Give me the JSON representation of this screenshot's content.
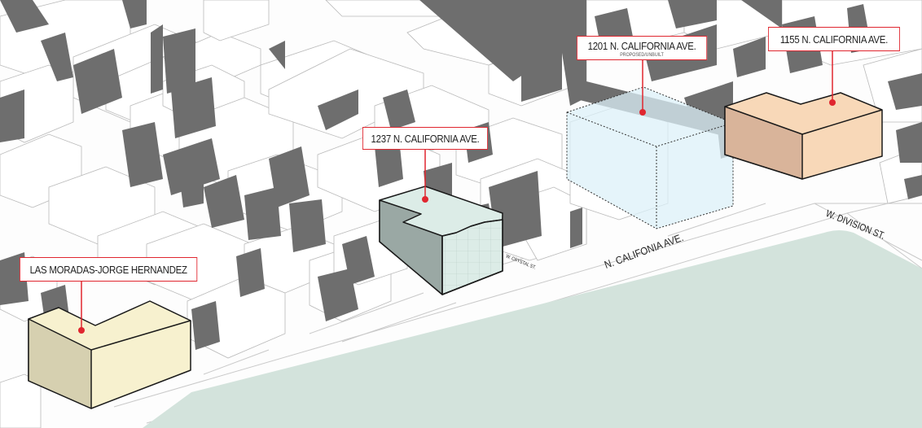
{
  "diagram": {
    "type": "axonometric-site-map",
    "colors": {
      "callout_border": "#e0262f",
      "leader_dot": "#e0262f",
      "shadow_gray": "#6e6e6e",
      "park_green": "#d3e3dc",
      "las_moradas_fill": "#f7f1cf",
      "bldg_1237_fill": "#dcece7",
      "bldg_1201_fill": "#dcf0f8",
      "bldg_1155_fill": "#f8d8b8"
    }
  },
  "callouts": [
    {
      "id": "las-moradas",
      "label": "LAS MORADAS-JORGE HERNANDEZ",
      "sublabel": null
    },
    {
      "id": "1237",
      "label": "1237 N. CALIFORNIA AVE.",
      "sublabel": null
    },
    {
      "id": "1201",
      "label": "1201 N. CALIFORNIA AVE.",
      "sublabel": "PROPOSED/UNBUILT"
    },
    {
      "id": "1155",
      "label": "1155 N. CALIFORNIA AVE.",
      "sublabel": null
    }
  ],
  "streets": {
    "california": "N. CALIFONIA AVE.",
    "division": "W. DIVISION ST.",
    "crystal": "W. CRYSTAL ST."
  }
}
